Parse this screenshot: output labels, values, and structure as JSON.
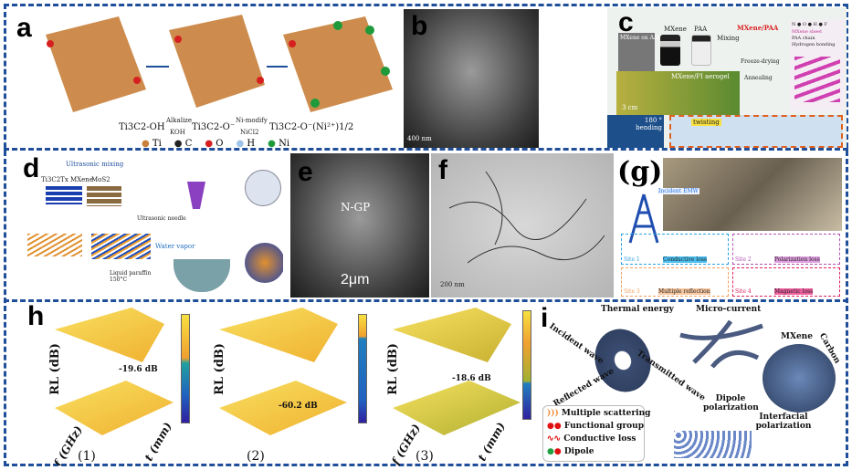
{
  "panels": {
    "a": {
      "label": "a",
      "reaction": {
        "start": "Ti3C2-OH",
        "step1_top": "Alkalize",
        "step1_bottom": "KOH",
        "mid": "Ti3C2-O⁻",
        "step2_top": "Ni-modify",
        "step2_bottom": "NiCl2",
        "end": "Ti3C2-O⁻(Ni²⁺)1/2"
      },
      "legend": [
        "Ti",
        "C",
        "O",
        "H",
        "Ni"
      ],
      "legend_colors": [
        "#c8803a",
        "#222222",
        "#d62020",
        "#9fc3e8",
        "#1e9a3a"
      ]
    },
    "b": {
      "label": "b",
      "scale": "400 nm"
    },
    "c": {
      "label": "c",
      "items": {
        "aao": "MXene on AAO",
        "mxene": "MXene",
        "paa": "PAA",
        "mixing": "Mixing",
        "product": "MXene/PAA",
        "freeze": "Freeze-drying",
        "annealing": "Annealing",
        "aerogel": "MXene/PI aerogel",
        "scale": "3 cm",
        "bending": "180 ° bending",
        "twisting": "twisting"
      },
      "legend": {
        "atoms": "N ● O ● H ● F",
        "sheet": "MXene sheet",
        "chain": "PAA chain",
        "hbond": "Hydrogen bonding"
      }
    },
    "d": {
      "label": "d",
      "items": {
        "mixing": "Ultrasonic mixing",
        "mxene": "Ti3C2Tx MXene",
        "mos2": "MoS2",
        "needle": "Ultrasonic needle",
        "vapor": "Water vapor",
        "paraffin": "Liquid paraffin 150°C"
      }
    },
    "e": {
      "label": "e",
      "annotation": "N-GP",
      "scale": "2μm"
    },
    "f": {
      "label": "f",
      "scale": "200 nm"
    },
    "g": {
      "label": "(g)",
      "sites": [
        "Site 1",
        "Site 2",
        "Site 3",
        "Site 4"
      ],
      "captions": [
        "Conductive loss",
        "Polarization loss",
        "Multiple reflection",
        "Magnetic loss"
      ],
      "wave": "Incident EMW"
    },
    "h": {
      "label": "h",
      "plots": [
        {
          "tag": "(1)",
          "peak": "-19.6 dB",
          "ylabel": "RL (dB)",
          "xlabel": "f (GHz)",
          "tlabel": "t (mm)"
        },
        {
          "tag": "(2)",
          "peak": "-60.2 dB",
          "ylabel": "RL (dB)",
          "xlabel": "",
          "tlabel": ""
        },
        {
          "tag": "(3)",
          "peak": "-18.6 dB",
          "ylabel": "RL (dB)",
          "xlabel": "f (GHz)",
          "tlabel": "t (mm)"
        }
      ]
    },
    "i": {
      "label": "i",
      "items": {
        "thermal": "Thermal energy",
        "current": "Micro-current",
        "mxene": "MXene",
        "carbon": "Carbon",
        "incident": "Incident wave",
        "transmitted": "Transmitted wave",
        "reflected": "Reflected wave",
        "dipole_pol": "Dipole polarization",
        "interfacial": "Interfacial polarization"
      },
      "legend": [
        "Multiple scattering",
        "Functional group",
        "Conductive loss",
        "Dipole"
      ]
    }
  }
}
